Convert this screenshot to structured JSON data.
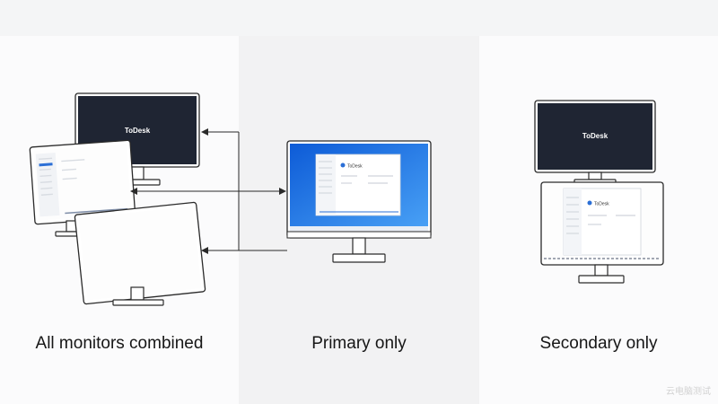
{
  "panels": [
    {
      "caption": "All monitors combined",
      "brand": "ToDesk"
    },
    {
      "caption": "Primary only",
      "app_title": "ToDesk"
    },
    {
      "caption": "Secondary only",
      "brand": "ToDesk",
      "app_title": "ToDesk"
    }
  ],
  "watermark": "云电脑测试",
  "colors": {
    "dark_screen": "#1f2533",
    "desktop_blue": "#1a73e8",
    "accent": "#2b6fd6"
  }
}
